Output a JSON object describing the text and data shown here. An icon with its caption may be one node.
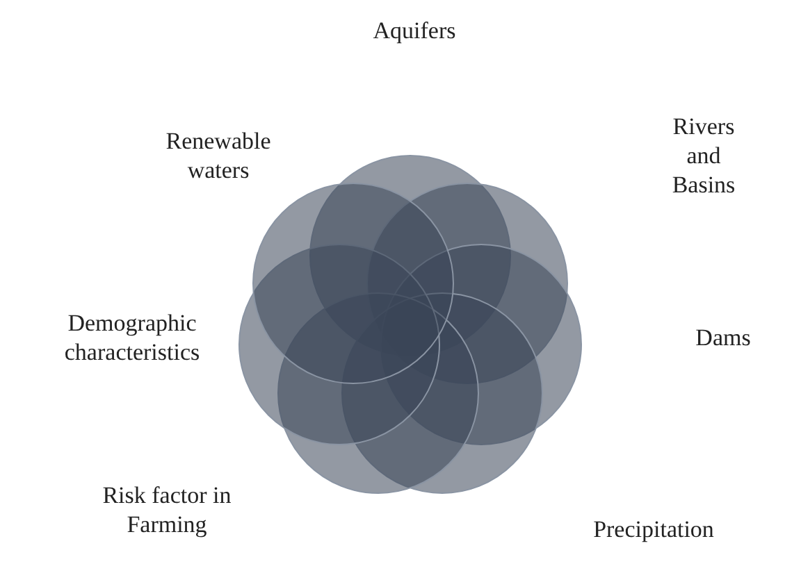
{
  "diagram": {
    "nodes": [
      {
        "text": [],
        "shape": "circle"
      },
      {
        "text": [],
        "shape": "circle"
      },
      {
        "text": [],
        "shape": "circle"
      },
      {
        "text": [],
        "shape": "circle"
      },
      {
        "text": [],
        "shape": "circle"
      },
      {
        "text": [],
        "shape": "circle"
      },
      {
        "text": [],
        "shape": "circle"
      }
    ],
    "labels": [
      "Aquifers",
      "Renewable waters",
      "Rivers and Basins",
      "Demographic characteristics",
      "Dams",
      "Risk factor in Farming",
      "Precipitation"
    ]
  }
}
